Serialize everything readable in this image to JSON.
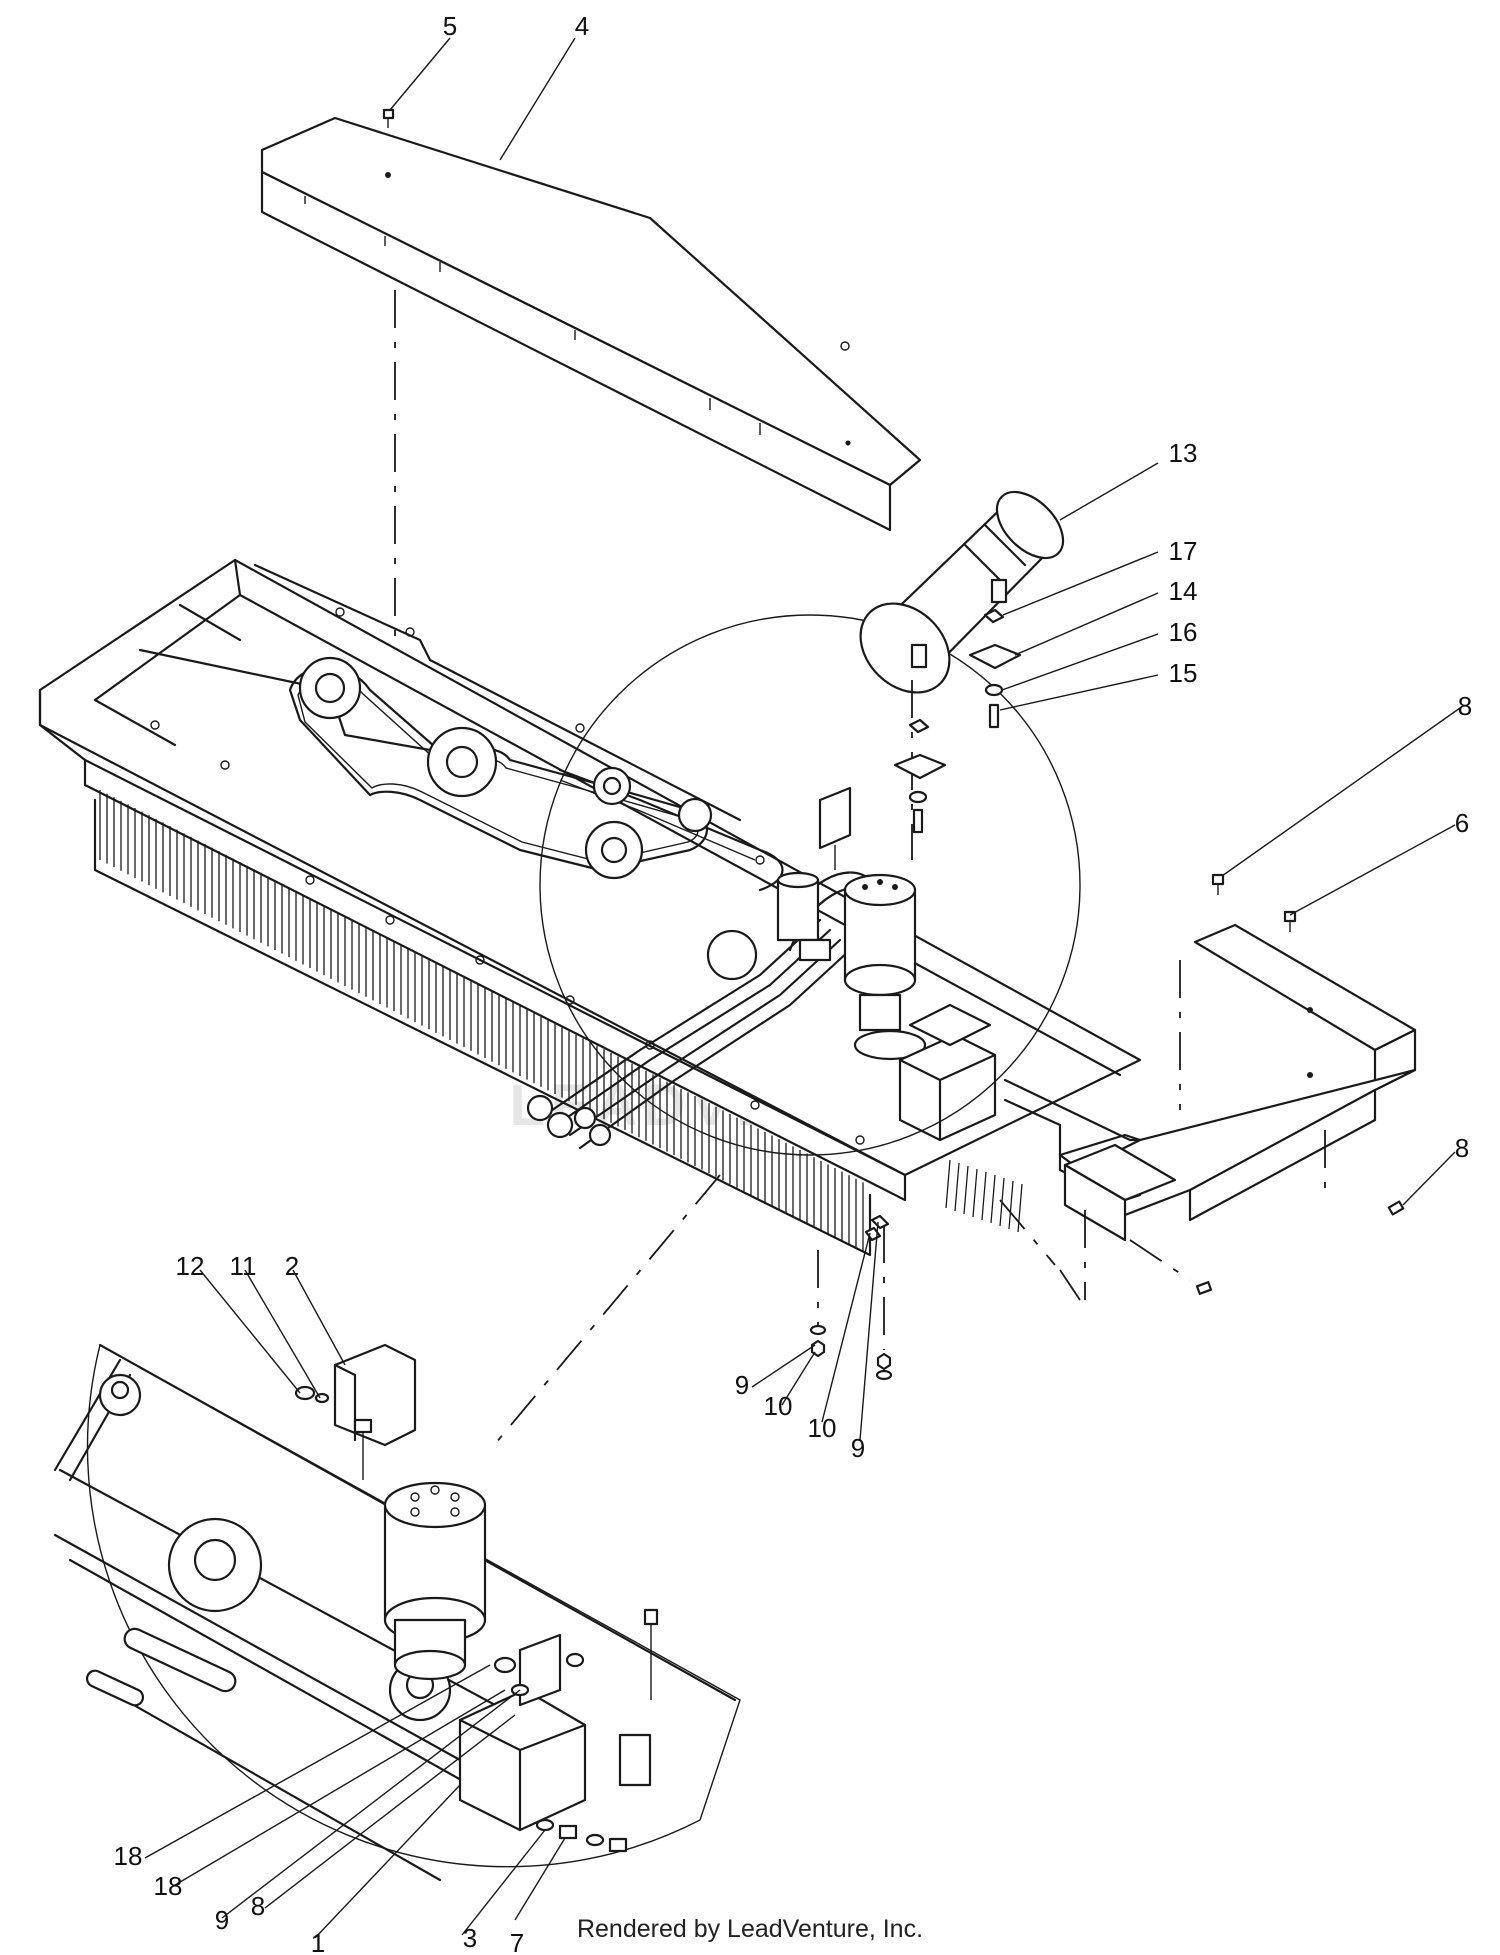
{
  "watermark": "LEADVENTURE",
  "footer": "Rendered by LeadVenture, Inc.",
  "callouts": [
    {
      "id": "c5",
      "label": "5"
    },
    {
      "id": "c4",
      "label": "4"
    },
    {
      "id": "c13",
      "label": "13"
    },
    {
      "id": "c17",
      "label": "17"
    },
    {
      "id": "c14",
      "label": "14"
    },
    {
      "id": "c16",
      "label": "16"
    },
    {
      "id": "c15",
      "label": "15"
    },
    {
      "id": "c8a",
      "label": "8"
    },
    {
      "id": "c6",
      "label": "6"
    },
    {
      "id": "c8b",
      "label": "8"
    },
    {
      "id": "c12",
      "label": "12"
    },
    {
      "id": "c11",
      "label": "11"
    },
    {
      "id": "c2",
      "label": "2"
    },
    {
      "id": "c9a",
      "label": "9"
    },
    {
      "id": "c10a",
      "label": "10"
    },
    {
      "id": "c10b",
      "label": "10"
    },
    {
      "id": "c9b",
      "label": "9"
    },
    {
      "id": "c18a",
      "label": "18"
    },
    {
      "id": "c18b",
      "label": "18"
    },
    {
      "id": "c9c",
      "label": "9"
    },
    {
      "id": "c8c",
      "label": "8"
    },
    {
      "id": "c1",
      "label": "1"
    },
    {
      "id": "c3",
      "label": "3"
    },
    {
      "id": "c7",
      "label": "7"
    }
  ]
}
